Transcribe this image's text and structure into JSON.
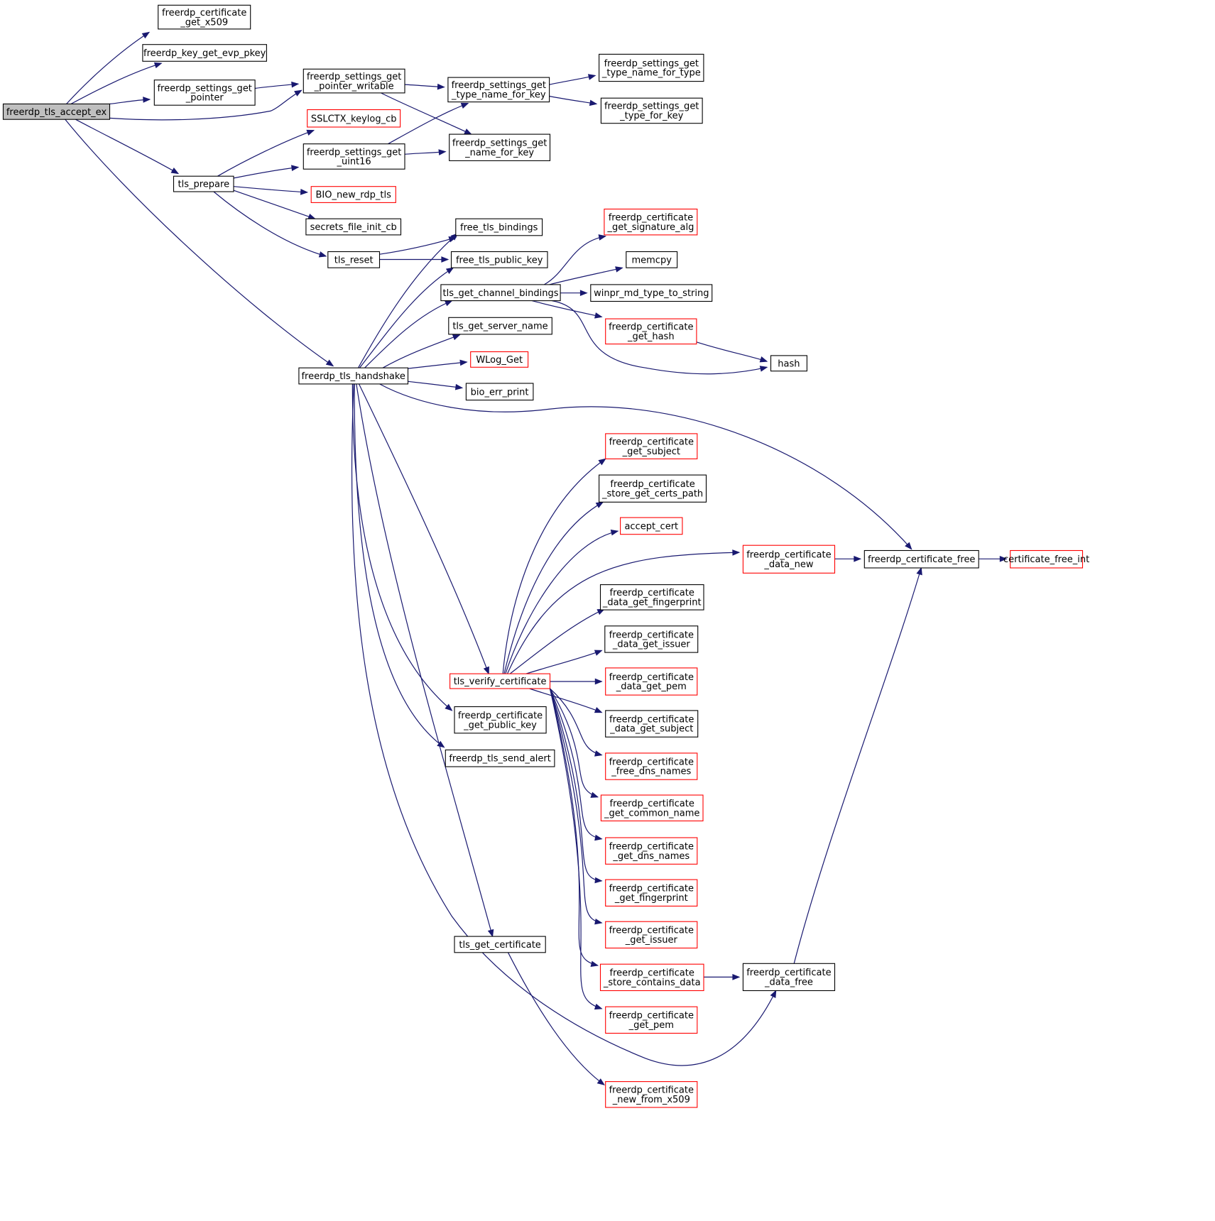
{
  "colors": {
    "edge": "#191970",
    "border_normal": "#000000",
    "border_truncated": "#ff0000",
    "root_fill": "#bfbfbf",
    "node_fill": "#ffffff"
  },
  "nodes": [
    {
      "id": "accept_ex",
      "lines": [
        "freerdp_tls_accept_ex"
      ],
      "kind": "root"
    },
    {
      "id": "cert_get_x509",
      "lines": [
        "freerdp_certificate",
        "_get_x509"
      ],
      "kind": "normal"
    },
    {
      "id": "key_get_evp",
      "lines": [
        "freerdp_key_get_evp_pkey"
      ],
      "kind": "normal"
    },
    {
      "id": "settings_get_pointer",
      "lines": [
        "freerdp_settings_get",
        "_pointer"
      ],
      "kind": "normal"
    },
    {
      "id": "settings_get_pointer_writable",
      "lines": [
        "freerdp_settings_get",
        "_pointer_writable"
      ],
      "kind": "normal"
    },
    {
      "id": "settings_type_name_for_key",
      "lines": [
        "freerdp_settings_get",
        "_type_name_for_key"
      ],
      "kind": "normal"
    },
    {
      "id": "settings_type_name_for_type",
      "lines": [
        "freerdp_settings_get",
        "_type_name_for_type"
      ],
      "kind": "normal"
    },
    {
      "id": "settings_type_for_key",
      "lines": [
        "freerdp_settings_get",
        "_type_for_key"
      ],
      "kind": "normal"
    },
    {
      "id": "sslctx_keylog",
      "lines": [
        "SSLCTX_keylog_cb"
      ],
      "kind": "truncated"
    },
    {
      "id": "settings_get_uint16",
      "lines": [
        "freerdp_settings_get",
        "_uint16"
      ],
      "kind": "normal"
    },
    {
      "id": "settings_name_for_key",
      "lines": [
        "freerdp_settings_get",
        "_name_for_key"
      ],
      "kind": "normal"
    },
    {
      "id": "tls_prepare",
      "lines": [
        "tls_prepare"
      ],
      "kind": "normal"
    },
    {
      "id": "bio_new_rdp_tls",
      "lines": [
        "BIO_new_rdp_tls"
      ],
      "kind": "truncated"
    },
    {
      "id": "secrets_file_init",
      "lines": [
        "secrets_file_init_cb"
      ],
      "kind": "normal"
    },
    {
      "id": "tls_reset",
      "lines": [
        "tls_reset"
      ],
      "kind": "normal"
    },
    {
      "id": "free_tls_bindings",
      "lines": [
        "free_tls_bindings"
      ],
      "kind": "normal"
    },
    {
      "id": "free_tls_public_key",
      "lines": [
        "free_tls_public_key"
      ],
      "kind": "normal"
    },
    {
      "id": "tls_get_channel_bindings",
      "lines": [
        "tls_get_channel_bindings"
      ],
      "kind": "normal"
    },
    {
      "id": "cert_get_sig_alg",
      "lines": [
        "freerdp_certificate",
        "_get_signature_alg"
      ],
      "kind": "truncated"
    },
    {
      "id": "memcpy",
      "lines": [
        "memcpy"
      ],
      "kind": "normal"
    },
    {
      "id": "winpr_md_type",
      "lines": [
        "winpr_md_type_to_string"
      ],
      "kind": "normal"
    },
    {
      "id": "cert_get_hash",
      "lines": [
        "freerdp_certificate",
        "_get_hash"
      ],
      "kind": "truncated"
    },
    {
      "id": "hash",
      "lines": [
        "hash"
      ],
      "kind": "normal"
    },
    {
      "id": "tls_get_server_name",
      "lines": [
        "tls_get_server_name"
      ],
      "kind": "normal"
    },
    {
      "id": "wlog_get",
      "lines": [
        "WLog_Get"
      ],
      "kind": "truncated"
    },
    {
      "id": "tls_handshake",
      "lines": [
        "freerdp_tls_handshake"
      ],
      "kind": "normal"
    },
    {
      "id": "bio_err_print",
      "lines": [
        "bio_err_print"
      ],
      "kind": "normal"
    },
    {
      "id": "cert_get_subject",
      "lines": [
        "freerdp_certificate",
        "_get_subject"
      ],
      "kind": "truncated"
    },
    {
      "id": "cert_store_certs_path",
      "lines": [
        "freerdp_certificate",
        "_store_get_certs_path"
      ],
      "kind": "normal"
    },
    {
      "id": "accept_cert",
      "lines": [
        "accept_cert"
      ],
      "kind": "truncated"
    },
    {
      "id": "cert_data_new",
      "lines": [
        "freerdp_certificate",
        "_data_new"
      ],
      "kind": "truncated"
    },
    {
      "id": "cert_free",
      "lines": [
        "freerdp_certificate_free"
      ],
      "kind": "normal"
    },
    {
      "id": "cert_free_int",
      "lines": [
        "certificate_free_int"
      ],
      "kind": "truncated"
    },
    {
      "id": "cert_data_fingerprint",
      "lines": [
        "freerdp_certificate",
        "_data_get_fingerprint"
      ],
      "kind": "normal"
    },
    {
      "id": "cert_data_issuer",
      "lines": [
        "freerdp_certificate",
        "_data_get_issuer"
      ],
      "kind": "normal"
    },
    {
      "id": "tls_verify_cert",
      "lines": [
        "tls_verify_certificate"
      ],
      "kind": "truncated"
    },
    {
      "id": "cert_data_pem",
      "lines": [
        "freerdp_certificate",
        "_data_get_pem"
      ],
      "kind": "truncated"
    },
    {
      "id": "cert_public_key",
      "lines": [
        "freerdp_certificate",
        "_get_public_key"
      ],
      "kind": "normal"
    },
    {
      "id": "cert_data_subject",
      "lines": [
        "freerdp_certificate",
        "_data_get_subject"
      ],
      "kind": "normal"
    },
    {
      "id": "tls_send_alert",
      "lines": [
        "freerdp_tls_send_alert"
      ],
      "kind": "normal"
    },
    {
      "id": "cert_free_dns",
      "lines": [
        "freerdp_certificate",
        "_free_dns_names"
      ],
      "kind": "truncated"
    },
    {
      "id": "cert_common_name",
      "lines": [
        "freerdp_certificate",
        "_get_common_name"
      ],
      "kind": "truncated"
    },
    {
      "id": "cert_dns_names",
      "lines": [
        "freerdp_certificate",
        "_get_dns_names"
      ],
      "kind": "truncated"
    },
    {
      "id": "cert_fingerprint",
      "lines": [
        "freerdp_certificate",
        "_get_fingerprint"
      ],
      "kind": "truncated"
    },
    {
      "id": "cert_issuer",
      "lines": [
        "freerdp_certificate",
        "_get_issuer"
      ],
      "kind": "truncated"
    },
    {
      "id": "tls_get_certificate",
      "lines": [
        "tls_get_certificate"
      ],
      "kind": "normal"
    },
    {
      "id": "cert_store_contains",
      "lines": [
        "freerdp_certificate",
        "_store_contains_data"
      ],
      "kind": "truncated"
    },
    {
      "id": "cert_data_free",
      "lines": [
        "freerdp_certificate",
        "_data_free"
      ],
      "kind": "normal"
    },
    {
      "id": "cert_get_pem",
      "lines": [
        "freerdp_certificate",
        "_get_pem"
      ],
      "kind": "truncated"
    },
    {
      "id": "cert_new_from_x509",
      "lines": [
        "freerdp_certificate",
        "_new_from_x509"
      ],
      "kind": "truncated"
    }
  ]
}
